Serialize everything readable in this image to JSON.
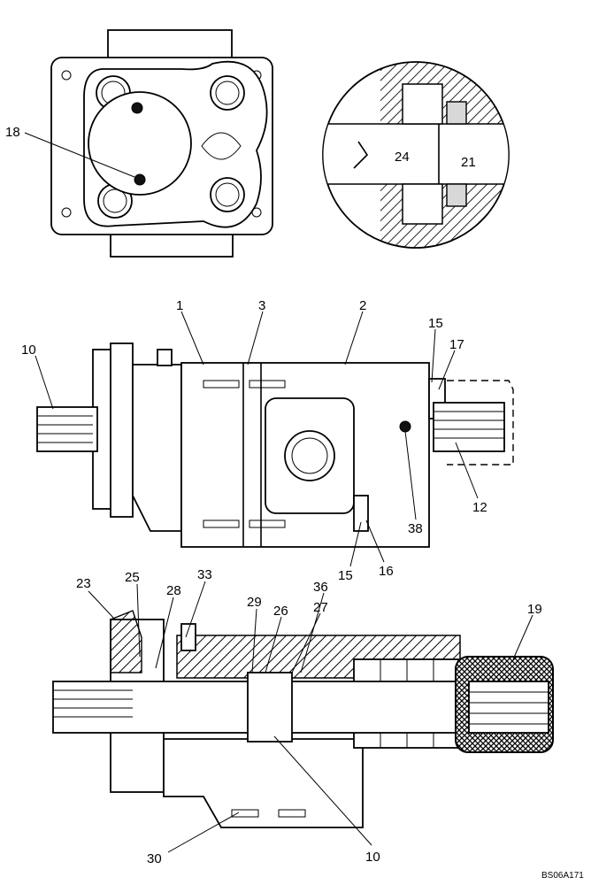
{
  "figure": {
    "reference_code": "BS06A171",
    "end_view": {
      "callouts": [
        "18"
      ]
    },
    "detail_view": {
      "callouts": [
        "24",
        "21"
      ]
    },
    "side_view": {
      "callouts": [
        "1",
        "3",
        "2",
        "15",
        "17",
        "10",
        "12",
        "38",
        "15",
        "16"
      ]
    },
    "section_view": {
      "callouts": [
        "23",
        "25",
        "28",
        "33",
        "36",
        "29",
        "26",
        "27",
        "19",
        "30",
        "10"
      ]
    }
  }
}
